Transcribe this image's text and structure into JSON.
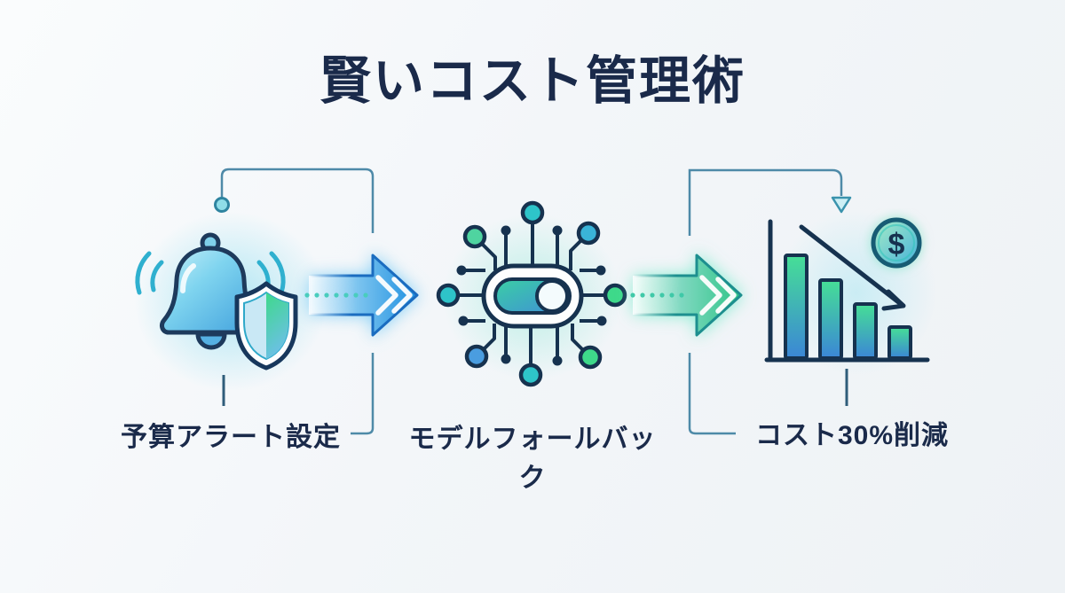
{
  "title": "賢いコスト管理術",
  "steps": [
    {
      "label": "予算アラート設定",
      "icon": "bell-shield-alert-icon"
    },
    {
      "label": "モデルフォールバック",
      "icon": "circuit-toggle-icon"
    },
    {
      "label": "コスト30%削減",
      "icon": "cost-reduction-chart-icon",
      "coin_symbol": "$"
    }
  ],
  "colors": {
    "background": "#f3f6f8",
    "text": "#1a2a4a",
    "connector": "#4e8aa8",
    "arrow_blue": "#1e90e0",
    "arrow_green": "#2ec487",
    "teal": "#2ec4c9",
    "green": "#3ed98a",
    "navy_outline": "#17375c"
  }
}
